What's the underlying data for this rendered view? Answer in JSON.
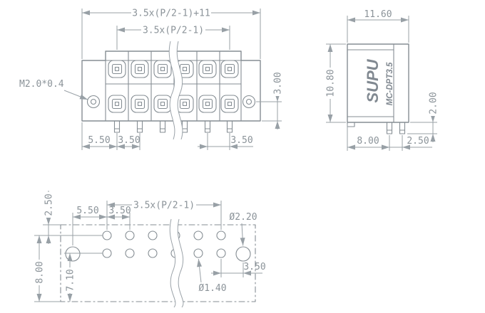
{
  "front_view": {
    "dim_overall_width": "3.5x(P/2-1)+11",
    "dim_contact_span": "3.5x(P/2-1)",
    "label_thread": "M2.0*0.4",
    "dim_hole_to_bottom": "3.00",
    "dim_edge_to_pin": "5.50",
    "dim_pitch": "3.50",
    "dim_end_pitch": "3.50"
  },
  "side_view": {
    "dim_depth": "11.60",
    "dim_height": "10.80",
    "dim_pin_length": "2.00",
    "dim_front_to_pin": "8.00",
    "dim_pin_row_spacing": "2.50",
    "brand": "SUPU",
    "model": "MC-DPT3.5"
  },
  "footprint_view": {
    "dim_hole_span": "3.5x(P/2-1)",
    "dim_mount_to_hole": "5.50",
    "dim_hole_pitch": "3.50",
    "dim_edge_offset": "2.50",
    "dim_outline_height": "8.00",
    "dim_row_offset": "7.10",
    "label_mount_hole_dia": "Ø2.20",
    "dim_last_to_mount": "3.50",
    "label_pin_hole_dia": "Ø1.40"
  }
}
